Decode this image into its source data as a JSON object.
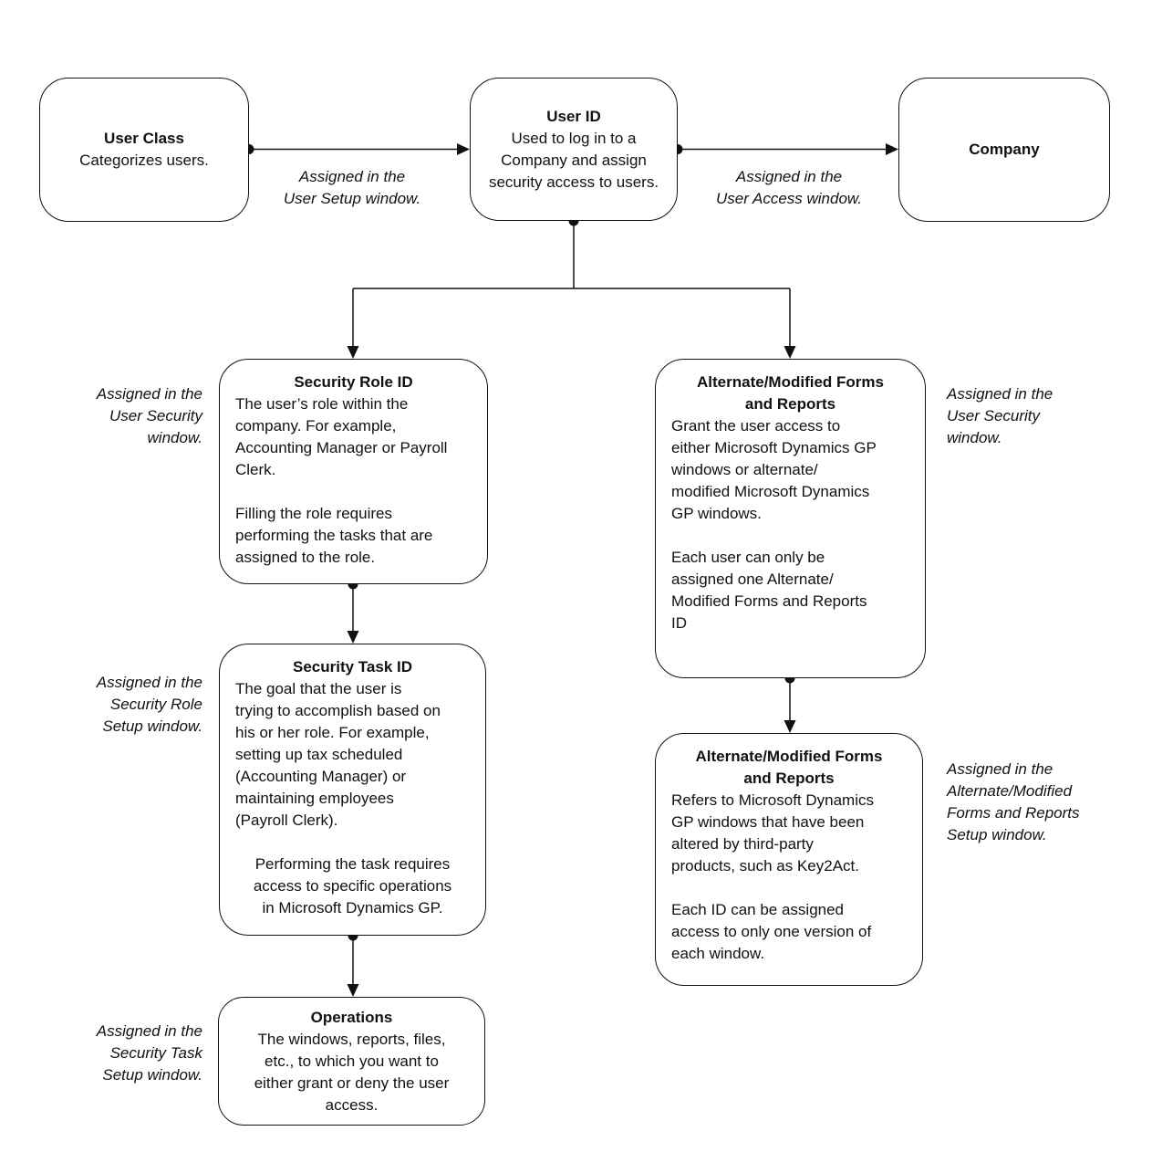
{
  "page": {
    "background_color": "#ffffff",
    "line_color": "#111111",
    "text_color": "#111111"
  },
  "nodes": {
    "user_class": {
      "title": "User Class",
      "body": "Categorizes users."
    },
    "user_id": {
      "title": "User ID",
      "body": "Used to log in to a\nCompany and assign\nsecurity access to users."
    },
    "company": {
      "title": "Company"
    },
    "security_role_id": {
      "title": "Security Role ID",
      "body1": "The user’s role within the\ncompany. For example,\nAccounting Manager or Payroll\nClerk.",
      "body2": "Filling the role requires\nperforming the tasks that are\nassigned to the role."
    },
    "alt_forms_assign": {
      "title": "Alternate/Modified Forms\nand Reports",
      "body1": "Grant the user access to\neither Microsoft Dynamics GP\nwindows or alternate/\nmodified Microsoft Dynamics\nGP windows.",
      "body2": "Each user can only be\nassigned one Alternate/\nModified Forms and Reports\nID"
    },
    "security_task_id": {
      "title": "Security Task ID",
      "body1": "The goal that the user is\ntrying to accomplish based on\nhis or her role. For example,\nsetting up tax scheduled\n(Accounting Manager) or\nmaintaining employees\n(Payroll Clerk).",
      "body2": "Performing the task requires\naccess to specific operations\nin Microsoft Dynamics GP."
    },
    "alt_forms_setup": {
      "title": "Alternate/Modified Forms\nand Reports",
      "body1": "Refers to Microsoft Dynamics\nGP windows that have been\naltered by third-party\nproducts, such as Key2Act.",
      "body2": "Each ID can be assigned\naccess to only one version of\neach window."
    },
    "operations": {
      "title": "Operations",
      "body": "The windows, reports, files,\netc., to which you want to\neither grant or deny the user\naccess."
    }
  },
  "labels": {
    "user_setup": "Assigned in the\nUser Setup window.",
    "user_access": "Assigned in the\nUser Access window.",
    "user_security_left": "Assigned in the\nUser Security\nwindow.",
    "user_security_right": "Assigned in the\nUser Security\nwindow.",
    "security_role_setup": "Assigned in the\nSecurity Role\nSetup window.",
    "alt_forms_reports_setup": "Assigned in the\nAlternate/Modified\nForms and Reports\nSetup window.",
    "security_task_setup": "Assigned in the\nSecurity Task\nSetup window."
  }
}
